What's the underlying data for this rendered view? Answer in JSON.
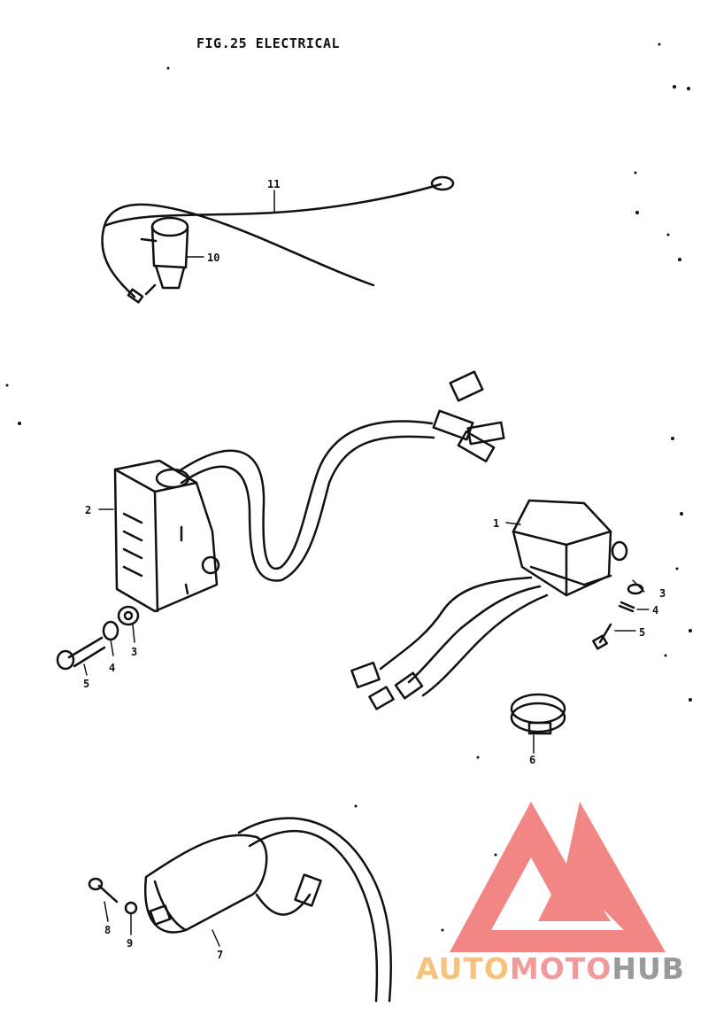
{
  "figure": {
    "title": "FIG.25  ELECTRICAL"
  },
  "callouts": {
    "c1": "1",
    "c2": "2",
    "c3a": "3",
    "c3b": "3",
    "c4a": "4",
    "c4b": "4",
    "c5a": "5",
    "c5b": "5",
    "c6": "6",
    "c7": "7",
    "c8": "8",
    "c9": "9",
    "c10": "10",
    "c11": "11"
  },
  "watermark": {
    "auto": "AUTO",
    "moto": "MOTO",
    "hub": "HUB",
    "colors": {
      "auto": "#f7c27a",
      "moto": "#f29a99",
      "hub": "#9a9a9a",
      "logo": "#f07a78"
    }
  }
}
